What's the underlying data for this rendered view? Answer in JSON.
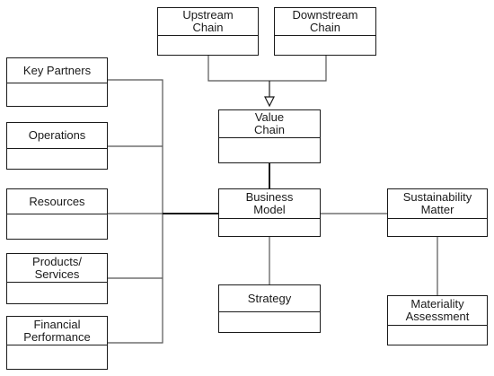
{
  "colors": {
    "line": "#1a1a1a",
    "connector": "#555555",
    "background": "#ffffff"
  },
  "boxes": {
    "upstream": {
      "line1": "Upstream",
      "line2": "Chain"
    },
    "downstream": {
      "line1": "Downstream",
      "line2": "Chain"
    },
    "key_partners": {
      "line1": "Key Partners"
    },
    "operations": {
      "line1": "Operations"
    },
    "value_chain": {
      "line1": "Value",
      "line2": "Chain"
    },
    "resources": {
      "line1": "Resources"
    },
    "business_model": {
      "line1": "Business",
      "line2": "Model"
    },
    "sustainability": {
      "line1": "Sustainability",
      "line2": "Matter"
    },
    "products": {
      "line1": "Products/",
      "line2": "Services"
    },
    "strategy": {
      "line1": "Strategy"
    },
    "materiality": {
      "line1": "Materiality",
      "line2": "Assessment"
    },
    "financial": {
      "line1": "Financial",
      "line2": "Performance"
    }
  }
}
